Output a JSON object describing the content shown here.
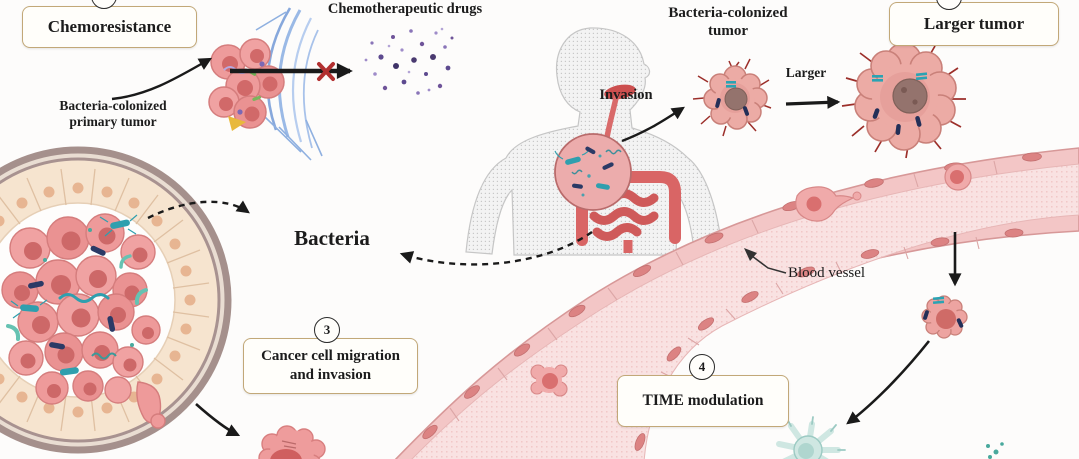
{
  "boxes": {
    "chemoresistance": "Chemoresistance",
    "larger_tumor": "Larger tumor",
    "step3_line1": "Cancer cell migration",
    "step3_line2": "and invasion",
    "step4": "TIME modulation"
  },
  "badges": {
    "step3": "3",
    "step4": "4"
  },
  "labels": {
    "chemo_drugs": "Chemotherapeutic drugs",
    "primary_tumor_line1": "Bacteria-colonized",
    "primary_tumor_line2": "primary tumor",
    "bacteria": "Bacteria",
    "invasion": "Invasion",
    "colonized_tumor_line1": "Bacteria-colonized",
    "colonized_tumor_line2": "tumor",
    "larger": "Larger",
    "blood_vessel": "Blood vessel"
  },
  "colors": {
    "box_border": "#c2a878",
    "tumor_cell_pink": "#ee9a9a",
    "nucleus_rose": "#cd6868",
    "tumor_core_brown": "#94736d",
    "bacteria_teal": "#2f9fae",
    "bacteria_navy": "#2b3a66",
    "matrix_blue": "#8fb0e0",
    "drug_purple": "#6f5499",
    "blocked_x_red": "#b23030",
    "vessel_wall_pink": "#f3c6c6",
    "vessel_lumen_pink": "#f9e2e2",
    "epithelium_peach": "#f6e4cf",
    "outer_ring_mauve": "#a5908c",
    "immune_cell_teal": "#cfe7e2",
    "arrow_black": "#1a1a1a"
  }
}
